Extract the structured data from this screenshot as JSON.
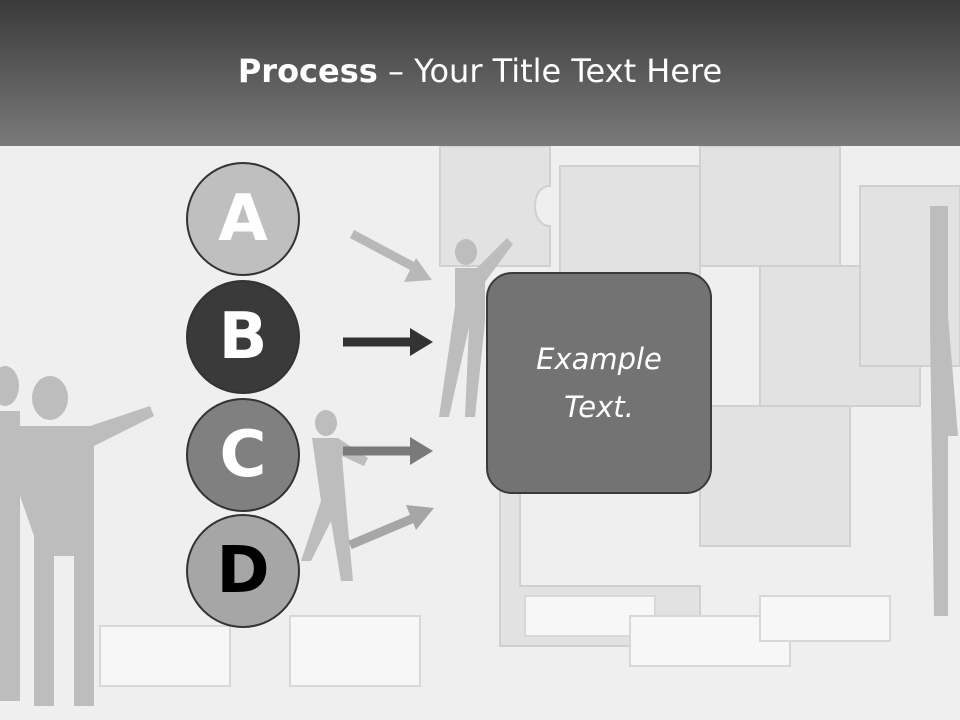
{
  "header": {
    "title_bold": "Process",
    "title_rest": " – Your Title Text Here"
  },
  "steps": [
    {
      "letter": "A",
      "fill": "#bfbfbf",
      "text_color": "#ffffff"
    },
    {
      "letter": "B",
      "fill": "#3a3a3a",
      "text_color": "#ffffff"
    },
    {
      "letter": "C",
      "fill": "#808080",
      "text_color": "#ffffff"
    },
    {
      "letter": "D",
      "fill": "#a6a6a6",
      "text_color": "#000000"
    }
  ],
  "box": {
    "line1": "Example",
    "line2": "Text."
  },
  "colors": {
    "header_dark": "#3a3a3a",
    "box_fill": "#737373"
  }
}
